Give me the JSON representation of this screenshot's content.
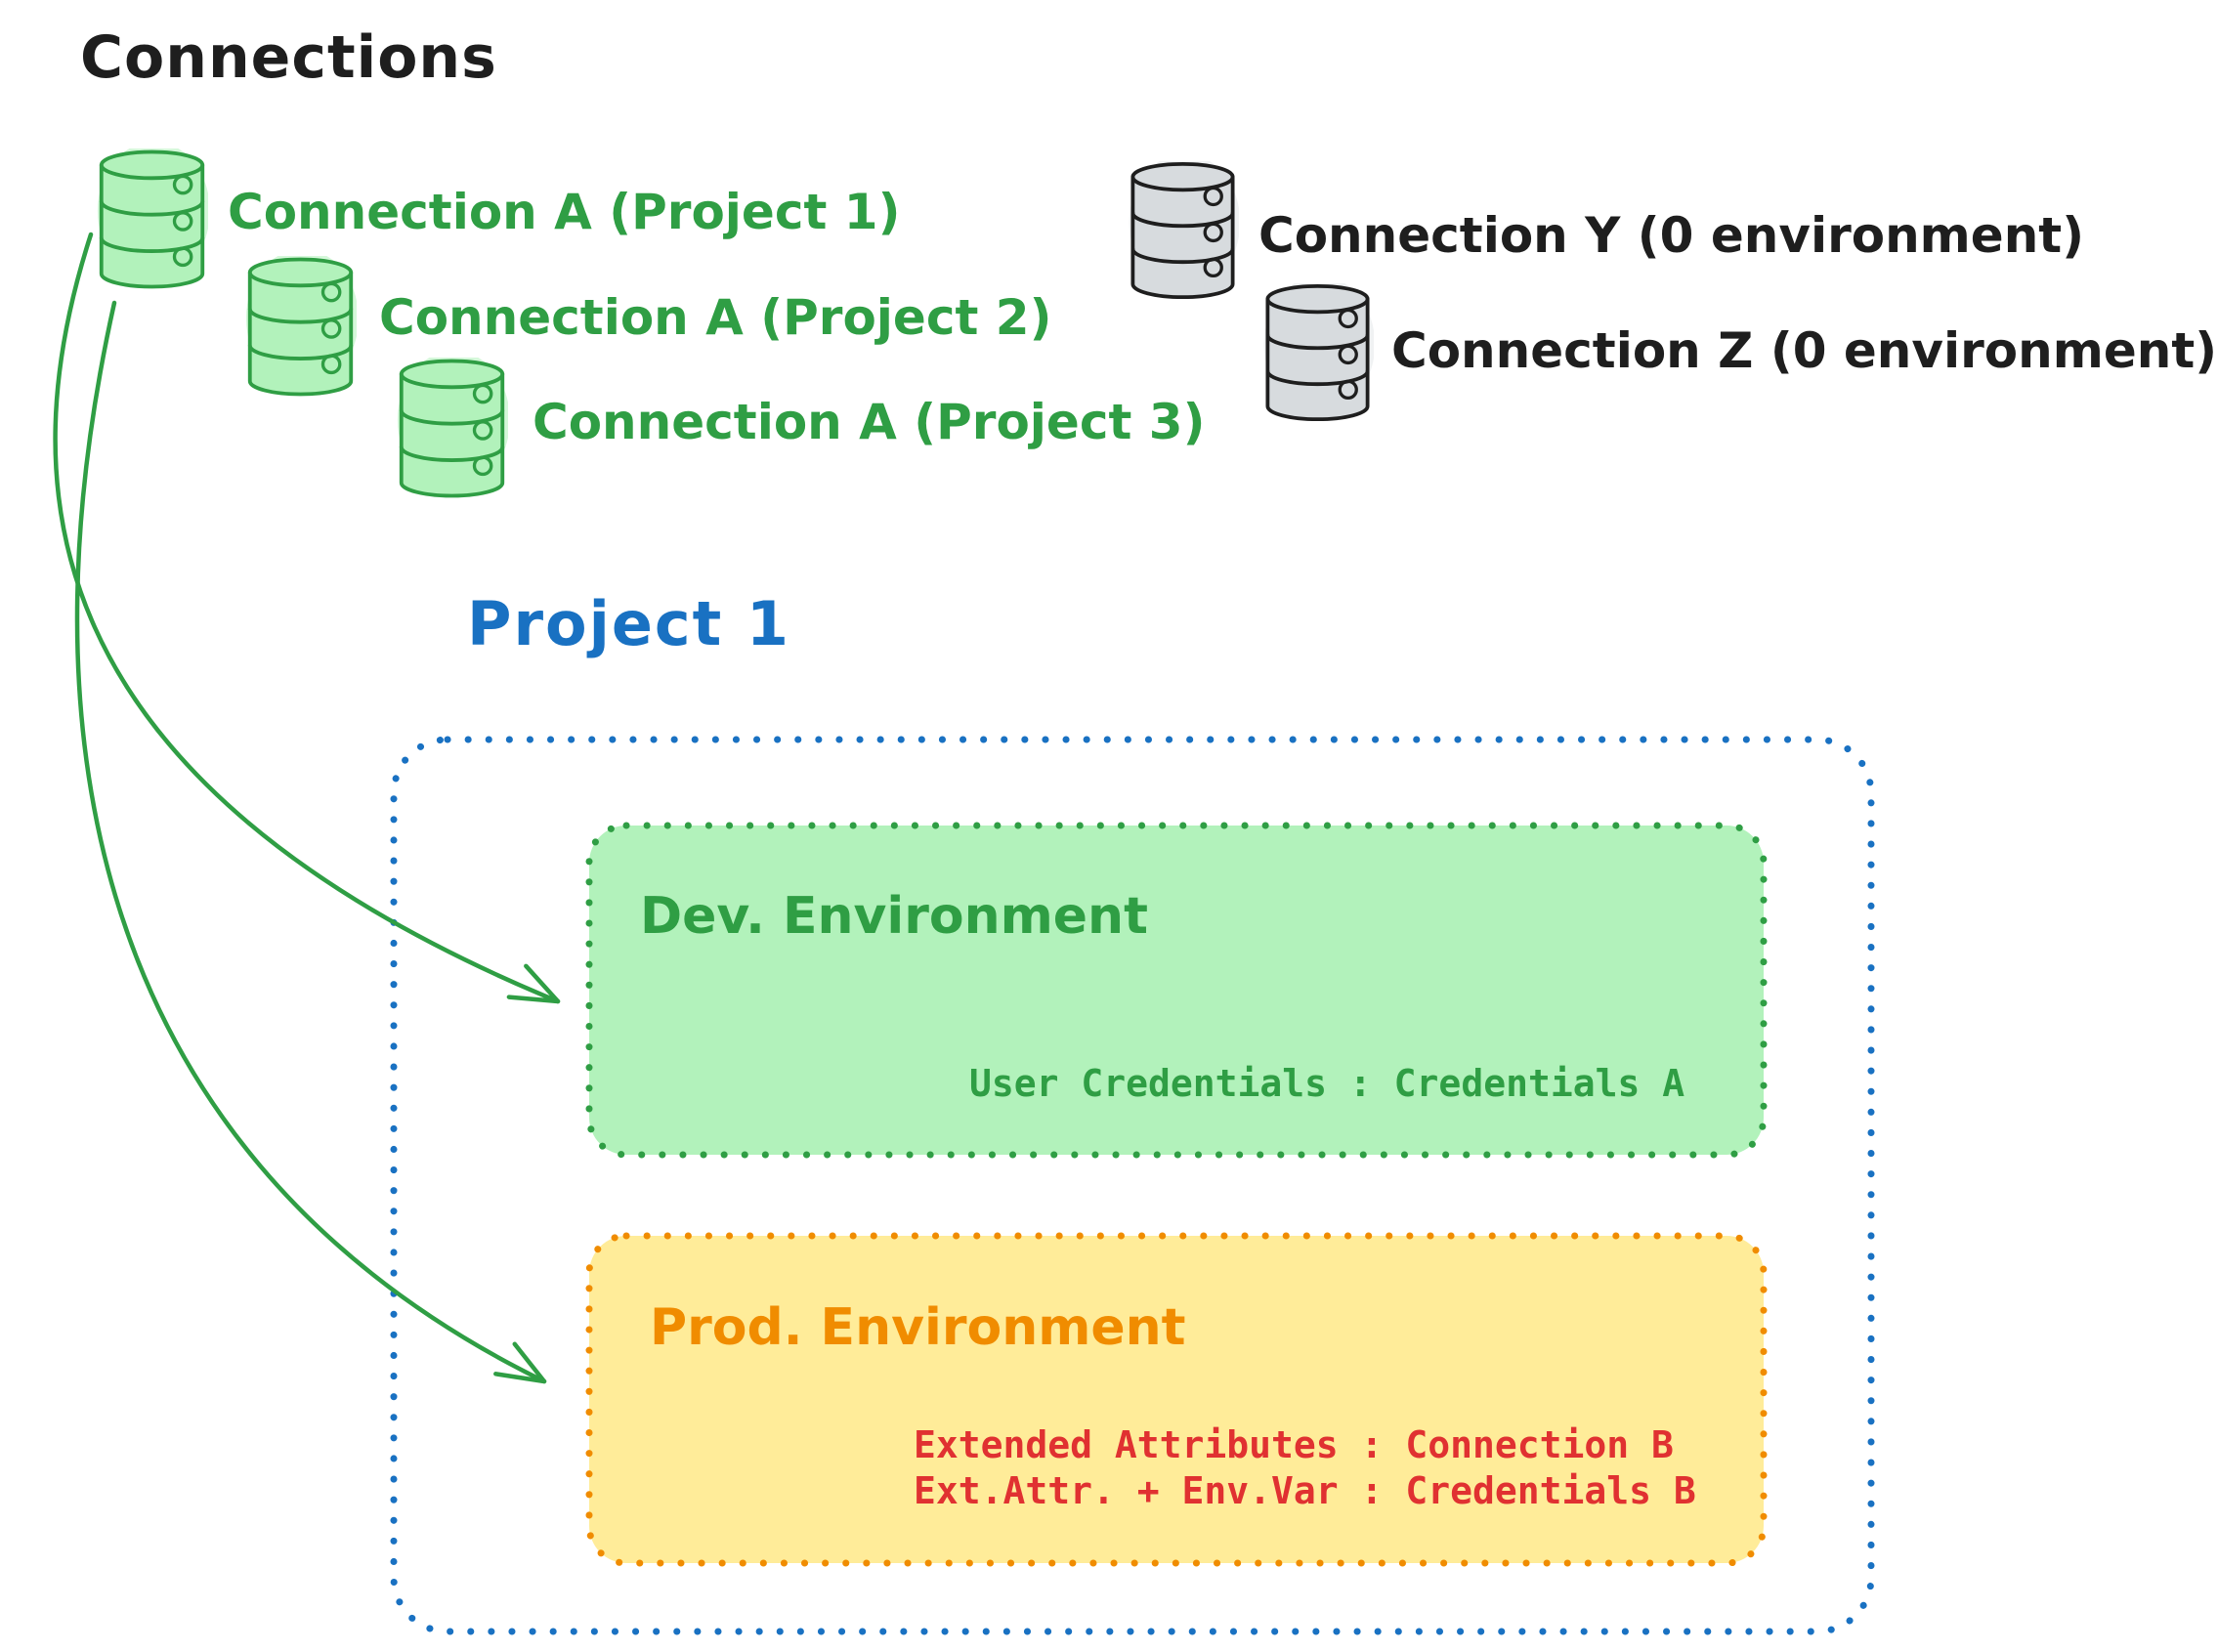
{
  "diagram_title": "Connections",
  "colors": {
    "ink": "#1e1e1e",
    "green_stroke": "#2f9e44",
    "green_fill": "#b2f2bb",
    "blue_stroke": "#1971c2",
    "orange_stroke": "#f08c00",
    "orange_fill": "#ffec99",
    "red_text": "#e03131",
    "gray_fill": "#d7dbde"
  },
  "icons": {
    "green_connection": "database-icon",
    "gray_connection": "database-icon",
    "link": "curved-arrow-icon"
  },
  "connections": {
    "assigned": [
      {
        "label": "Connection A (Project 1)"
      },
      {
        "label": "Connection A (Project 2)"
      },
      {
        "label": "Connection A (Project 3)"
      }
    ],
    "unassigned": [
      {
        "label": "Connection Y (0 environment)"
      },
      {
        "label": "Connection Z (0 environment)"
      }
    ]
  },
  "project": {
    "title": "Project 1",
    "environments": [
      {
        "name": "Dev. Environment",
        "mappings": [
          "User Credentials : Credentials A"
        ]
      },
      {
        "name": "Prod. Environment",
        "mappings": [
          "Extended Attributes : Connection B",
          "Ext.Attr. + Env.Var : Credentials B"
        ]
      }
    ]
  }
}
